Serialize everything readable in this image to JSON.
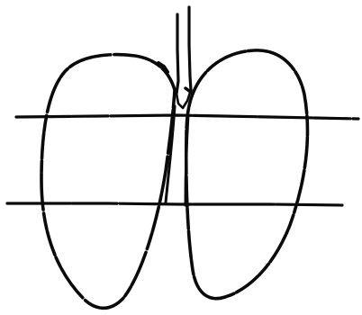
{
  "figure": {
    "background": "#ffffff",
    "ink_color": "#0a0a0a",
    "elements": [
      "trachea",
      "left-lung-outline",
      "right-lung-outline",
      "upper-horizontal-line",
      "lower-horizontal-line"
    ]
  }
}
